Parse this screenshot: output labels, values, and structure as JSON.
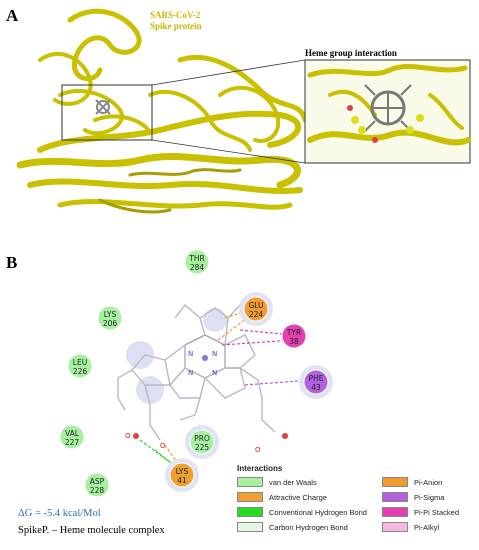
{
  "panel_a": {
    "letter": "A",
    "protein_label_line1": "SARS-CoV-2",
    "protein_label_line2": "Spike protein",
    "inset_title": "Heme group interaction"
  },
  "panel_b": {
    "letter": "B",
    "residues": [
      {
        "id": "thr284",
        "name": "THR",
        "num": "284",
        "kind": "van der Waals"
      },
      {
        "id": "lys206",
        "name": "LYS",
        "num": "206",
        "kind": "van der Waals"
      },
      {
        "id": "leu226",
        "name": "LEU",
        "num": "226",
        "kind": "van der Waals"
      },
      {
        "id": "val227",
        "name": "VAL",
        "num": "227",
        "kind": "van der Waals"
      },
      {
        "id": "asp228",
        "name": "ASP",
        "num": "228",
        "kind": "van der Waals"
      },
      {
        "id": "pro225",
        "name": "PRO",
        "num": "225",
        "kind": "van der Waals"
      },
      {
        "id": "glu224",
        "name": "GLU",
        "num": "224",
        "kind": "Pi-Anion"
      },
      {
        "id": "lys41",
        "name": "LYS",
        "num": "41",
        "kind": "Attractive Charge"
      },
      {
        "id": "tyr38",
        "name": "TYR",
        "num": "38",
        "kind": "Pi-Pi Stacked"
      },
      {
        "id": "phe43",
        "name": "PHE",
        "num": "43",
        "kind": "Pi-Sigma"
      }
    ],
    "legend": {
      "title": "Interactions",
      "items": [
        {
          "label": "van der Waals",
          "color": "#a6f0a0"
        },
        {
          "label": "Pi-Anion",
          "color": "#f09a30"
        },
        {
          "label": "Attractive Charge",
          "color": "#f0a030"
        },
        {
          "label": "Pi-Sigma",
          "color": "#b060e0"
        },
        {
          "label": "Conventional Hydrogen Bond",
          "color": "#22dd22"
        },
        {
          "label": "Pi-Pi Stacked",
          "color": "#e040b0"
        },
        {
          "label": "Carbon Hydrogen Bond",
          "color": "#e4f7e4"
        },
        {
          "label": "Pi-Alkyl",
          "color": "#f5b8e0"
        }
      ]
    },
    "energy": "ΔG = -5.4 kcal/Mol",
    "complex_label": "SpikeP. – Heme molecule complex"
  }
}
